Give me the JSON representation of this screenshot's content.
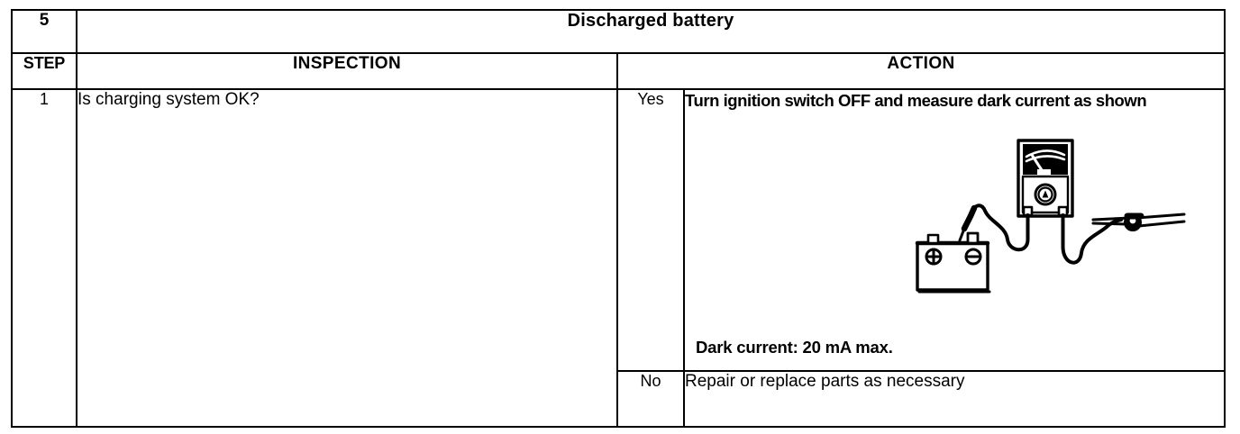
{
  "table": {
    "section_number": "5",
    "section_title": "Discharged battery",
    "headers": {
      "step": "STEP",
      "inspection": "INSPECTION",
      "action": "ACTION"
    },
    "rows": [
      {
        "step": "1",
        "inspection": "Is charging system OK?",
        "branches": [
          {
            "answer": "Yes",
            "action": "Turn ignition switch OFF and measure dark current as shown",
            "spec": "Dark current: 20 mA max.",
            "figure": {
              "name": "dark-current-measurement-diagram",
              "parts": [
                "ammeter",
                "ammeter-scale-face",
                "ammeter-needle",
                "ammeter-symbol-A",
                "battery",
                "battery-positive-terminal",
                "battery-negative-terminal",
                "test-lead-wire-left",
                "test-lead-wire-right",
                "probe-clamp"
              ],
              "labels": {
                "ammeter_symbol": "A",
                "battery_positive": "+",
                "battery_negative": "−"
              }
            }
          },
          {
            "answer": "No",
            "action": "Repair or replace parts as necessary"
          }
        ]
      }
    ]
  },
  "colors": {
    "ink": "#000000",
    "paper": "#ffffff"
  }
}
